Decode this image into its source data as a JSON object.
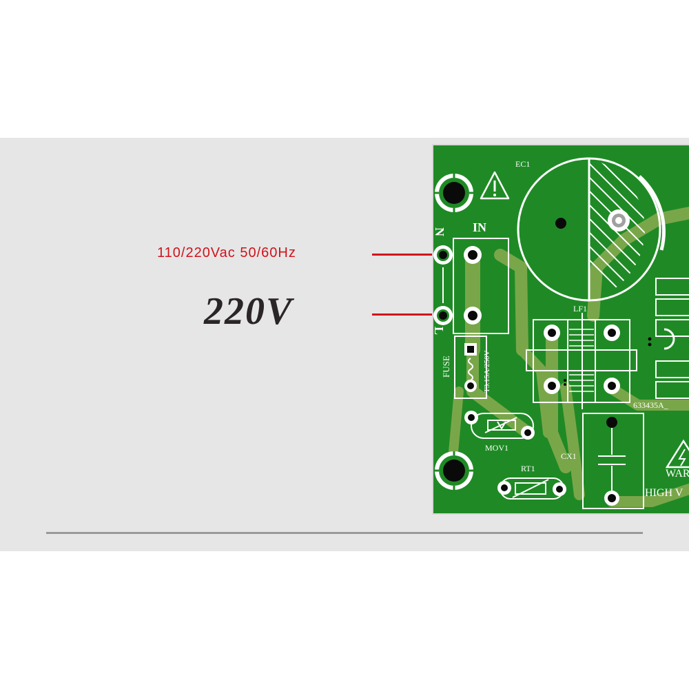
{
  "annotation": {
    "voltage_range": "110/220Vac 50/60Hz",
    "voltage": "220V",
    "accent_color": "#d0121b"
  },
  "pcb": {
    "board_color": "#1f8a25",
    "trace_color": "#7aa64a",
    "silkscreen_color": "#ffffff",
    "labels": {
      "ec1": "EC1",
      "in": "IN",
      "n": "N",
      "l": "L",
      "fuse": "FUSE",
      "fuse_rating": "T3.15A/250V",
      "lf1": "LF1",
      "part_number": "633435A_",
      "mov1": "MOV1",
      "cx1": "CX1",
      "rt1": "RT1",
      "warning": "WAR",
      "high_voltage": "HIGH V"
    },
    "icons": [
      "warning-triangle-icon",
      "mounting-hole-icon",
      "high-voltage-icon"
    ]
  }
}
